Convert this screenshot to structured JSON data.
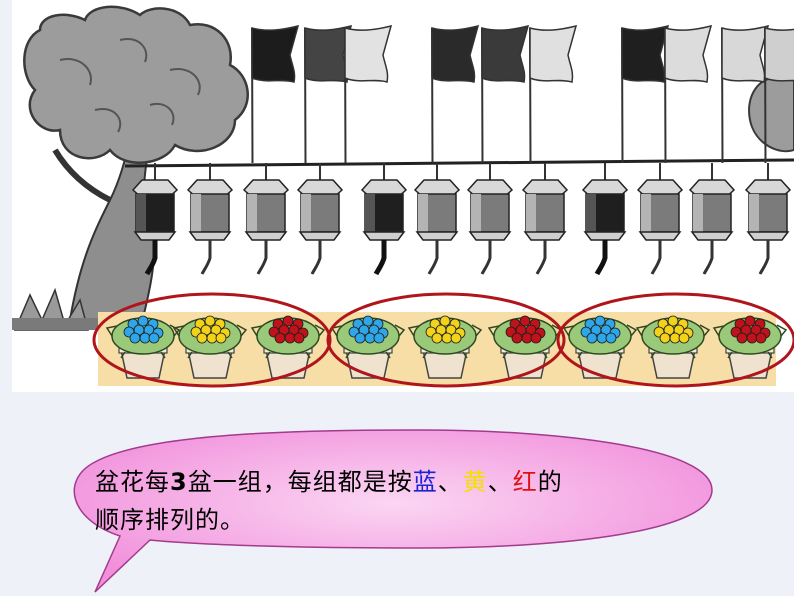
{
  "scene": {
    "flag_count": 10,
    "lantern_count": 12,
    "pot_count": 9,
    "group_count": 3,
    "pattern": [
      "blue",
      "yellow",
      "red"
    ],
    "colors": {
      "blue": "#2fa6e8",
      "yellow": "#f2d21a",
      "red": "#c0121a",
      "group_ring": "#b0151c",
      "pot_strip": "#f7dda6",
      "bubble": "#f7a9e6",
      "bubble_edge": "#9b2f86"
    }
  },
  "caption": {
    "part1": "盆花每",
    "num": "3",
    "part2": "盆一组，每组都是按",
    "blue": "蓝",
    "sep1": "、",
    "yellow": "黄",
    "sep2": "、",
    "red": "红",
    "part3": "的",
    "line2": "顺序排列的。"
  }
}
